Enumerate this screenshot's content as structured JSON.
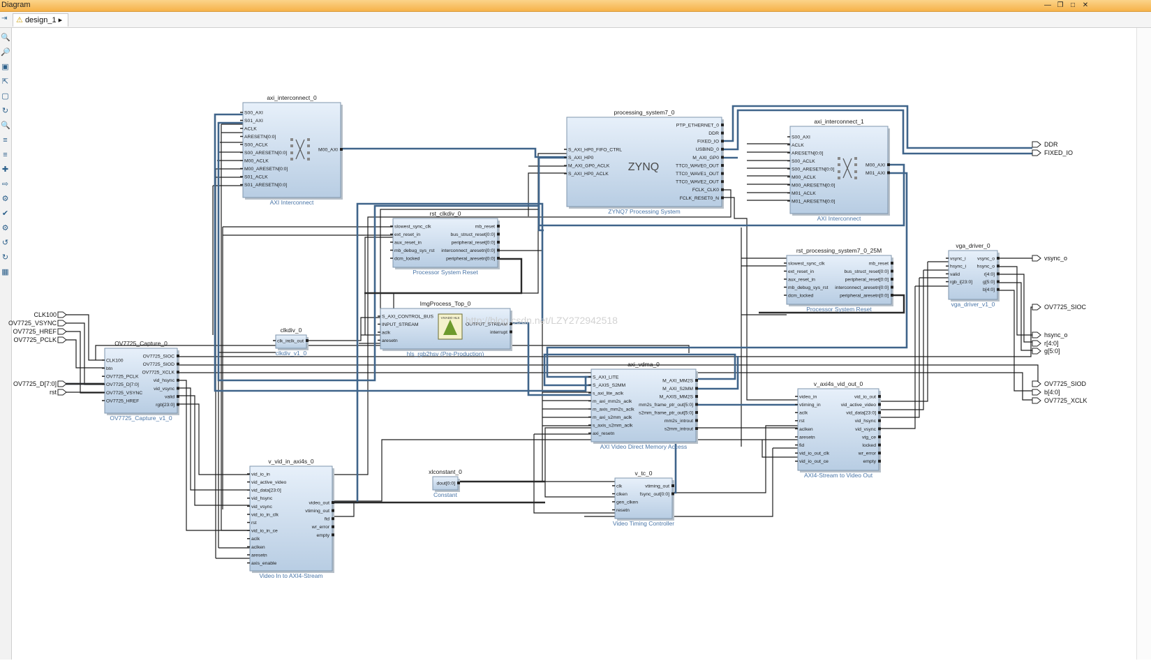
{
  "window": {
    "title": "Diagram"
  },
  "tab": {
    "label": "design_1"
  },
  "toolbar": {
    "tools": [
      "zoom-in",
      "zoom-out",
      "zoom-fit",
      "select",
      "fit",
      "routing",
      "search",
      "collapse",
      "expand",
      "add-ip",
      "ports",
      "regenerate",
      "validate",
      "settings",
      "refresh",
      "reload",
      "pins"
    ]
  },
  "watermark": "http://blog.csdn.net/LZY272942518",
  "colors": {
    "bus": "#3f648a",
    "block_top": "#e7f0fa",
    "block_bottom": "#b8cde3",
    "subtitle": "#4a76a8"
  },
  "ports_left": [
    "CLK100",
    "OV7725_VSYNC",
    "OV7725_HREF",
    "OV7725_PCLK",
    "OV7725_D[7:0]",
    "rst"
  ],
  "ports_right": [
    "DDR",
    "FIXED_IO",
    "vsync_o",
    "OV7725_SIOC",
    "hsync_o",
    "r[4:0]",
    "g[5:0]",
    "OV7725_SIOD",
    "b[4:0]",
    "OV7725_XCLK"
  ],
  "blocks": {
    "axi_interconnect_0": {
      "name": "axi_interconnect_0",
      "sub": "AXI Interconnect",
      "left": [
        "S00_AXI",
        "S01_AXI",
        "ACLK",
        "ARESETN[0:0]",
        "S00_ACLK",
        "S00_ARESETN[0:0]",
        "M00_ACLK",
        "M00_ARESETN[0:0]",
        "S01_ACLK",
        "S01_ARESETN[0:0]"
      ],
      "right": [
        "M00_AXI"
      ]
    },
    "processing_system7_0": {
      "name": "processing_system7_0",
      "sub": "ZYNQ7 Processing System",
      "logo": "ZYNQ",
      "left": [
        "S_AXI_HP0_FIFO_CTRL",
        "S_AXI_HP0",
        "M_AXI_GP0_ACLK",
        "S_AXI_HP0_ACLK"
      ],
      "right": [
        "PTP_ETHERNET_0",
        "DDR",
        "FIXED_IO",
        "USBIND_0",
        "M_AXI_GP0",
        "TTC0_WAVE0_OUT",
        "TTC0_WAVE1_OUT",
        "TTC0_WAVE2_OUT",
        "FCLK_CLK0",
        "FCLK_RESET0_N"
      ]
    },
    "axi_interconnect_1": {
      "name": "axi_interconnect_1",
      "sub": "AXI Interconnect",
      "left": [
        "S00_AXI",
        "ACLK",
        "ARESETN[0:0]",
        "S00_ACLK",
        "S00_ARESETN[0:0]",
        "M00_ACLK",
        "M00_ARESETN[0:0]",
        "M01_ACLK",
        "M01_ARESETN[0:0]"
      ],
      "right": [
        "M00_AXI",
        "M01_AXI"
      ]
    },
    "rst_clkdiv_0": {
      "name": "rst_clkdiv_0",
      "sub": "Processor System Reset",
      "left": [
        "slowest_sync_clk",
        "ext_reset_in",
        "aux_reset_in",
        "mb_debug_sys_rst",
        "dcm_locked"
      ],
      "right": [
        "mb_reset",
        "bus_struct_reset[0:0]",
        "peripheral_reset[0:0]",
        "interconnect_aresetn[0:0]",
        "peripheral_aresetn[0:0]"
      ]
    },
    "rst_processing_system7_0_25M": {
      "name": "rst_processing_system7_0_25M",
      "sub": "Processor System Reset",
      "left": [
        "slowest_sync_clk",
        "ext_reset_in",
        "aux_reset_in",
        "mb_debug_sys_rst",
        "dcm_locked"
      ],
      "right": [
        "mb_reset",
        "bus_struct_reset[0:0]",
        "peripheral_reset[0:0]",
        "interconnect_aresetn[0:0]",
        "peripheral_aresetn[0:0]"
      ]
    },
    "vga_driver_0": {
      "name": "vga_driver_0",
      "sub": "vga_driver_v1_0",
      "left": [
        "vsync_i",
        "hsync_i",
        "valid",
        "rgb_i[23:0]"
      ],
      "right": [
        "vsync_o",
        "hsync_o",
        "r[4:0]",
        "g[5:0]",
        "b[4:0]"
      ]
    },
    "ImgProcess_Top_0": {
      "name": "ImgProcess_Top_0",
      "sub": "hls_rgb2hsv (Pre-Production)",
      "logo": "VIVADO HLS",
      "left": [
        "S_AXI_CONTROL_BUS",
        "INPUT_STREAM",
        "aclk",
        "aresetn"
      ],
      "right": [
        "OUTPUT_STREAM",
        "interrupt"
      ]
    },
    "clkdiv_0": {
      "name": "clkdiv_0",
      "sub": "clkdiv_v1_0",
      "left": [
        "clk_in"
      ],
      "right": [
        "clk_out"
      ]
    },
    "OV7725_Capture_0": {
      "name": "OV7725_Capture_0",
      "sub": "OV7725_Capture_v1_0",
      "left": [
        "CLK100",
        "btn",
        "OV7725_PCLK",
        "OV7725_D[7:0]",
        "OV7725_VSYNC",
        "OV7725_HREF"
      ],
      "right": [
        "OV7725_SIOC",
        "OV7725_SIOD",
        "OV7725_XCLK",
        "vid_hsync",
        "vid_vsync",
        "valid",
        "rgb[23:0]"
      ]
    },
    "axi_vdma_0": {
      "name": "axi_vdma_0",
      "sub": "AXI Video Direct Memory Access",
      "left": [
        "S_AXI_LITE",
        "S_AXIS_S2MM",
        "s_axi_lite_aclk",
        "m_axi_mm2s_aclk",
        "m_axis_mm2s_aclk",
        "m_axi_s2mm_aclk",
        "s_axis_s2mm_aclk",
        "axi_resetn"
      ],
      "right": [
        "M_AXI_MM2S",
        "M_AXI_S2MM",
        "M_AXIS_MM2S",
        "mm2s_frame_ptr_out[5:0]",
        "s2mm_frame_ptr_out[5:0]",
        "mm2s_introut",
        "s2mm_introut"
      ]
    },
    "v_axi4s_vid_out_0": {
      "name": "v_axi4s_vid_out_0",
      "sub": "AXI4-Stream to Video Out",
      "left": [
        "video_in",
        "vtiming_in",
        "aclk",
        "rst",
        "aclken",
        "aresetn",
        "fid",
        "vid_io_out_clk",
        "vid_io_out_ce"
      ],
      "right": [
        "vid_io_out",
        "vid_active_video",
        "vid_data[23:0]",
        "vid_hsync",
        "vid_vsync",
        "vtg_ce",
        "locked",
        "wr_error",
        "empty"
      ]
    },
    "v_vid_in_axi4s_0": {
      "name": "v_vid_in_axi4s_0",
      "sub": "Video In to AXI4-Stream",
      "left": [
        "vid_io_in",
        "vid_active_video",
        "vid_data[23:0]",
        "vid_hsync",
        "vid_vsync",
        "vid_io_in_clk",
        "rst",
        "vid_io_in_ce",
        "aclk",
        "aclken",
        "aresetn",
        "axis_enable"
      ],
      "right": [
        "video_out",
        "vtiming_out",
        "fid",
        "wr_error",
        "empty"
      ]
    },
    "xlconstant_0": {
      "name": "xlconstant_0",
      "sub": "Constant",
      "left": [],
      "right": [
        "dout[0:0]"
      ]
    },
    "v_tc_0": {
      "name": "v_tc_0",
      "sub": "Video Timing Controller",
      "left": [
        "clk",
        "clken",
        "gen_clken",
        "resetn"
      ],
      "right": [
        "vtiming_out",
        "fsync_out[0:0]"
      ]
    }
  }
}
